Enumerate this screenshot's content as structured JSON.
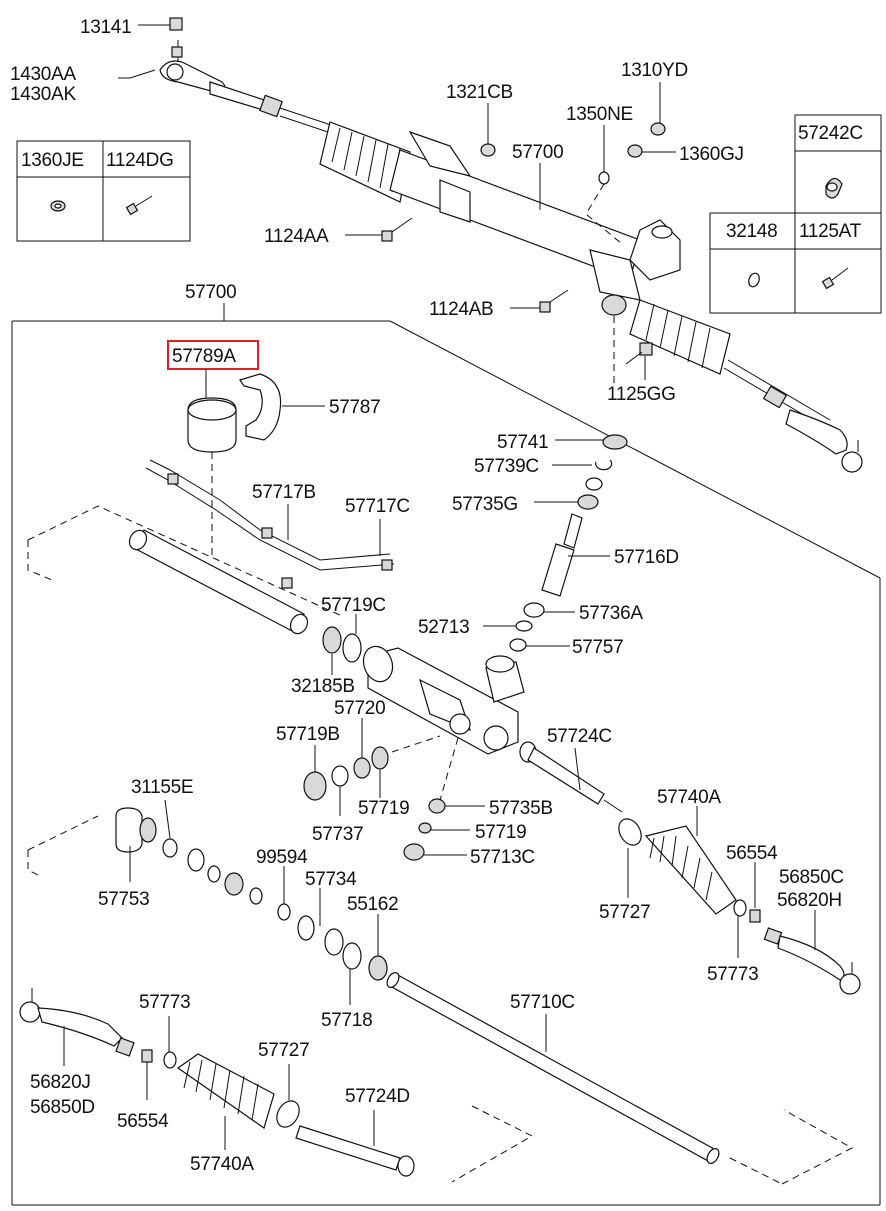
{
  "highlight_color": "#e02020",
  "legend_boxes": [
    {
      "codes": [
        "1360JE",
        "1124DG"
      ]
    },
    {
      "codes": [
        "57242C"
      ]
    },
    {
      "codes": [
        "32148",
        "1125AT"
      ]
    }
  ],
  "labels": {
    "p13141": "13141",
    "p1430AA": "1430AA",
    "p1430AK": "1430AK",
    "p1321CB": "1321CB",
    "p1310YD": "1310YD",
    "p1350NE": "1350NE",
    "p57700_top": "57700",
    "p1360GJ": "1360GJ",
    "p1124AA": "1124AA",
    "p57700_assy": "57700",
    "p1124AB": "1124AB",
    "p1125GG": "1125GG",
    "p57789A": "57789A",
    "p57787": "57787",
    "p57741": "57741",
    "p57739C": "57739C",
    "p57735G": "57735G",
    "p57717B": "57717B",
    "p57717C": "57717C",
    "p57716D": "57716D",
    "p57719C": "57719C",
    "p52713": "52713",
    "p57736A": "57736A",
    "p57757": "57757",
    "p32185B": "32185B",
    "p57720": "57720",
    "p57719B": "57719B",
    "p57724C": "57724C",
    "p31155E": "31155E",
    "p57719a": "57719",
    "p57735B": "57735B",
    "p57740A_r": "57740A",
    "p57737": "57737",
    "p57719b": "57719",
    "p57713C": "57713C",
    "p99594": "99594",
    "p56554_r": "56554",
    "p57753": "57753",
    "p57734": "57734",
    "p56850C": "56850C",
    "p56820H": "56820H",
    "p55162": "55162",
    "p57727_r": "57727",
    "p57773_r": "57773",
    "p57773_l": "57773",
    "p57710C": "57710C",
    "p57718": "57718",
    "p57727_l": "57727",
    "p56820J": "56820J",
    "p56850D": "56850D",
    "p56554_l": "56554",
    "p57724D": "57724D",
    "p57740A_l": "57740A"
  }
}
